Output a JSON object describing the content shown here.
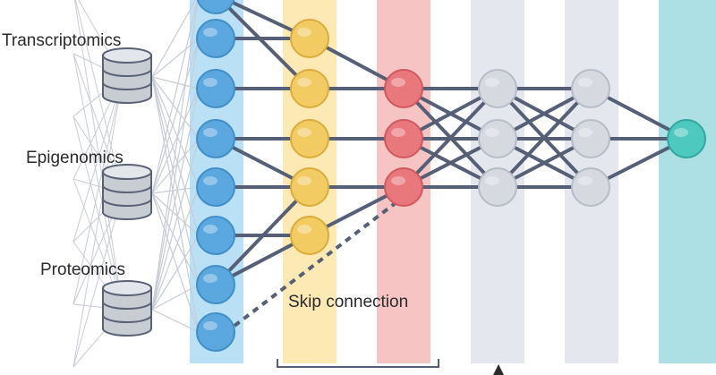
{
  "omics": [
    {
      "label": "Transcriptomics",
      "icon": "database-icon"
    },
    {
      "label": "Epigenomics",
      "icon": "database-icon"
    },
    {
      "label": "Proteomics",
      "icon": "database-icon"
    }
  ],
  "skip_connection_label": "Skip connection",
  "colors": {
    "input_node": "#5aa8df",
    "input_band": "#b9e0f5",
    "yellow_node": "#f2cb63",
    "yellow_band": "#fde9b4",
    "red_node": "#e8787c",
    "red_band": "#f7c4c4",
    "gray_node": "#d6d9e0",
    "gray_band": "#e4e7ee",
    "output_node": "#4ec9bf",
    "output_band": "#ade0e4",
    "edge": "#555f76",
    "faint_edge": "#c7ccd6",
    "database": "#c8ccd3"
  },
  "layers": [
    {
      "name": "input",
      "nodes": 8
    },
    {
      "name": "hidden-yellow",
      "nodes": 5
    },
    {
      "name": "hidden-red",
      "nodes": 3
    },
    {
      "name": "hidden-gray-1",
      "nodes": 3
    },
    {
      "name": "hidden-gray-2",
      "nodes": 3
    },
    {
      "name": "output",
      "nodes": 1
    }
  ]
}
